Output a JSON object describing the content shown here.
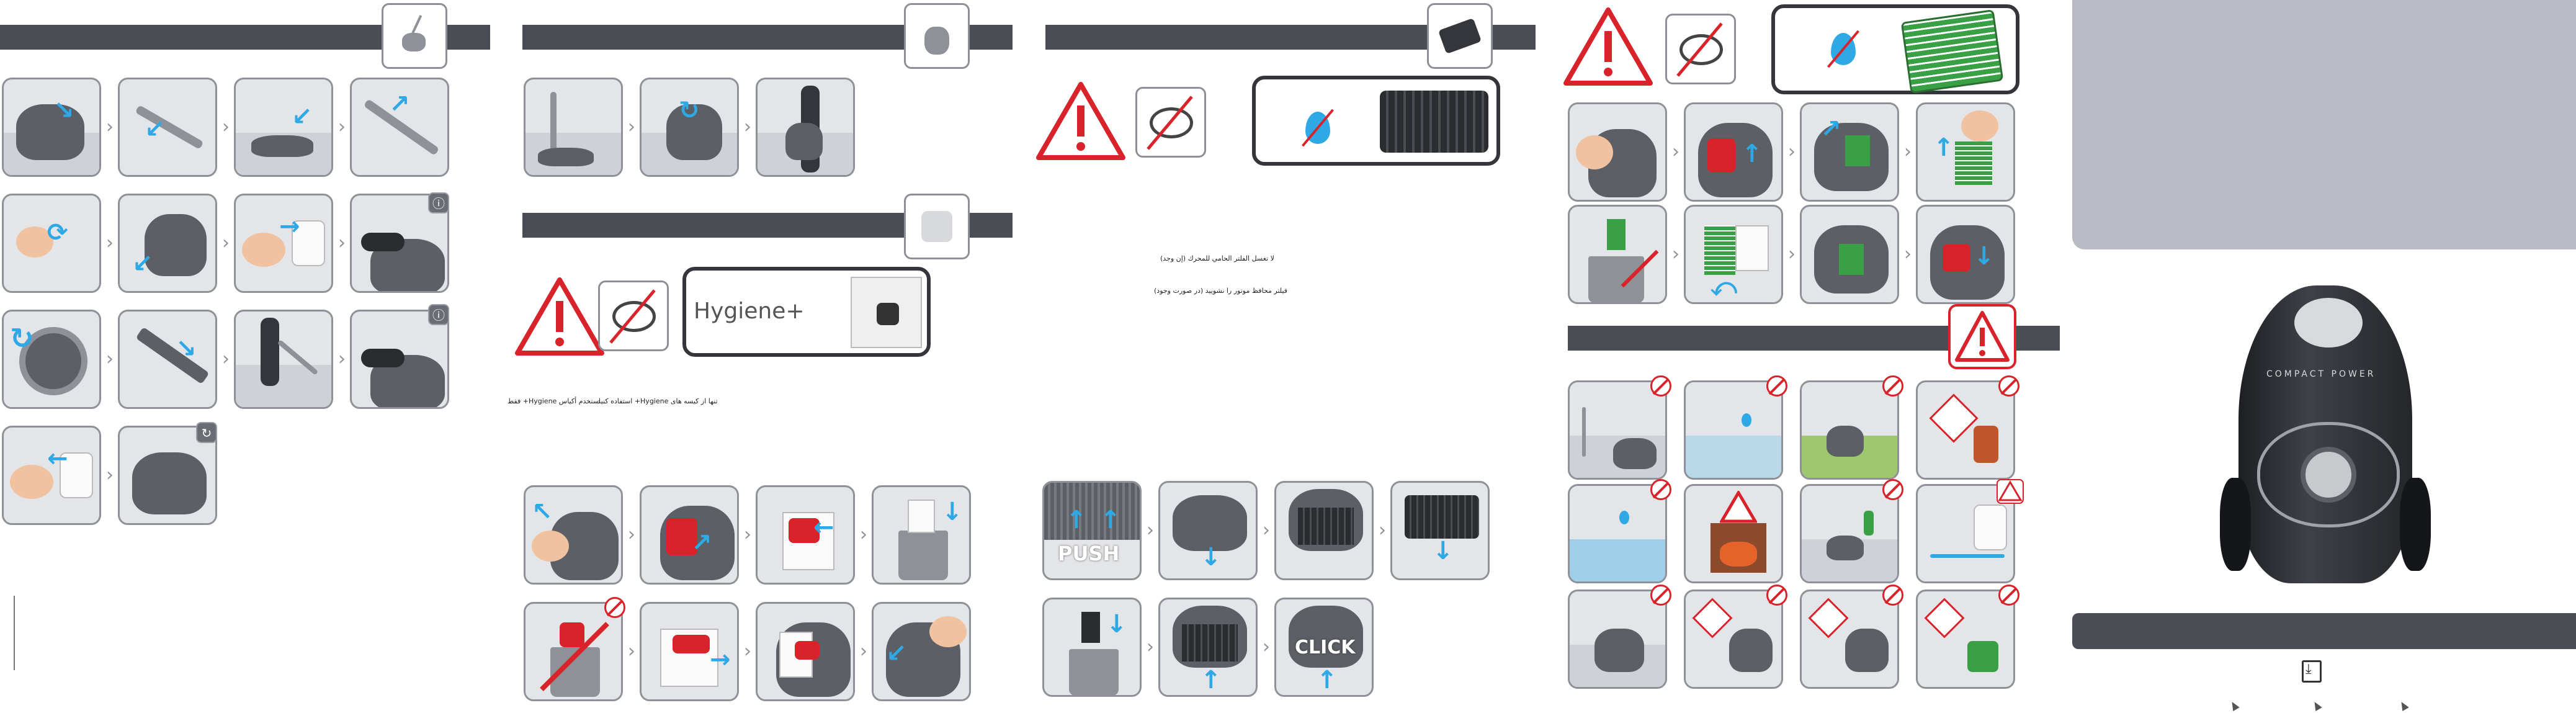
{
  "page2": {
    "hygiene_badge": "Hygiene+",
    "rtl_line_1": "تنها از کیسه های Hygiene+ استفاده کنید",
    "rtl_line_2": "استخدم أكياس Hygiene+ فقط"
  },
  "page3": {
    "push_label": "PUSH",
    "click_label": "CLICK",
    "rtl_line_1": "لا تغسل الفلتر الحامي للمحرك (إن وجد)",
    "rtl_line_2": "فیلتر محافظ موتور را نشویید (در صورت وجود)"
  },
  "cover": {
    "product_label": "COMPACT POWER"
  },
  "icons": {
    "arrow": "arrow-glyph",
    "chevron": "chevron-right-icon",
    "warning": "warning-triangle-icon",
    "prohibited": "prohibited-icon",
    "info": "info-icon",
    "rotate": "rotate-icon",
    "drop": "water-drop-icon",
    "download": "download-icon"
  },
  "colors": {
    "bar": "#4a4d54",
    "accent_blue": "#2ea9e6",
    "warning_red": "#d8232a",
    "cover_grey": "#b9bac4",
    "filter_green": "#3aa045"
  }
}
